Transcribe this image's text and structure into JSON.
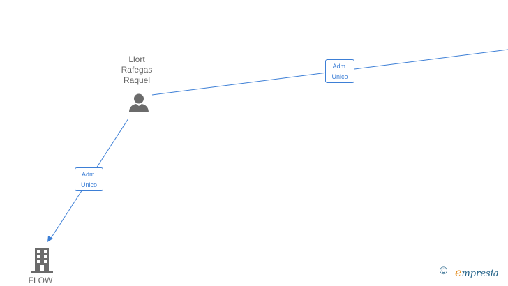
{
  "nodes": {
    "person": {
      "name_lines": [
        "Llort",
        "Rafegas",
        "Raquel"
      ],
      "icon": "person-icon"
    },
    "company": {
      "name": "FLOW",
      "icon": "building-icon"
    }
  },
  "edges": {
    "top_right": {
      "label_lines": [
        "Adm.",
        "Unico"
      ]
    },
    "person_to_company": {
      "label_lines": [
        "Adm.",
        "Unico"
      ]
    }
  },
  "brand": {
    "copyright_symbol": "©",
    "name_initial": "e",
    "name_rest": "mpresia"
  },
  "colors": {
    "edge": "#3d7fd6",
    "node_icon": "#6b6b6b",
    "label_text": "#666666"
  }
}
